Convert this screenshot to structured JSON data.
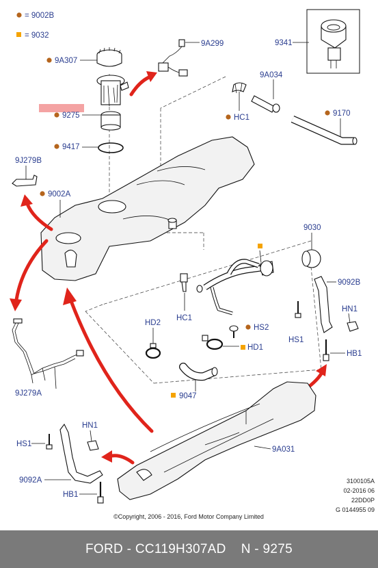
{
  "legend": {
    "dot_code": "= 9002B",
    "square_code": "= 9032"
  },
  "colors": {
    "dot": "#b5651d",
    "square": "#f5a300",
    "label": "#2a3d8f",
    "arrow": "#e0241b",
    "highlight": "#f4a3a3",
    "footer_bg": "#7a7a7a"
  },
  "labels": {
    "p9A307": "9A307",
    "p9A299": "9A299",
    "p9275": "9275",
    "p9417": "9417",
    "p9J279B": "9J279B",
    "p9002A": "9002A",
    "p9341": "9341",
    "p9A034": "9A034",
    "pHC1_top": "HC1",
    "p9170": "9170",
    "p9030": "9030",
    "p9092B": "9092B",
    "pHN1_right": "HN1",
    "pHS1_right": "HS1",
    "pHB1_right": "HB1",
    "pHC1_mid": "HC1",
    "pHS2": "HS2",
    "pHD2": "HD2",
    "pHD1": "HD1",
    "p9047": "9047",
    "p9J279A": "9J279A",
    "pHN1_left": "HN1",
    "pHS1_left": "HS1",
    "p9092A": "9092A",
    "pHB1_left": "HB1",
    "p9A031": "9A031"
  },
  "ref_info": {
    "line1": "3100105A",
    "line2": "02-2016 06",
    "line3": "22DD0P",
    "line4": "G 0144955 09"
  },
  "copyright": "©Copyright, 2006 - 2016, Ford Motor Company Limited",
  "footer": {
    "part_number": "FORD - CC119H307AD",
    "reference": "N - 9275"
  }
}
